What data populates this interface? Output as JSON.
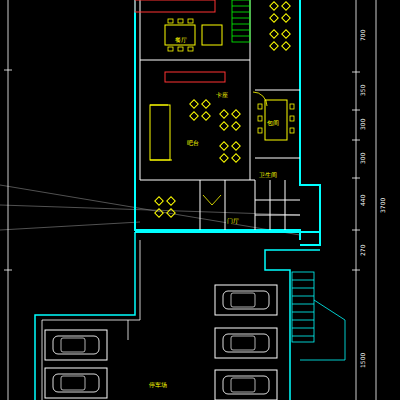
{
  "diagram": {
    "labels": [
      "餐厅",
      "包间",
      "吧台",
      "卡座",
      "卫生间",
      "门厅",
      "停车场",
      "700",
      "350",
      "300",
      "300",
      "440",
      "3700",
      "270",
      "1500"
    ]
  }
}
